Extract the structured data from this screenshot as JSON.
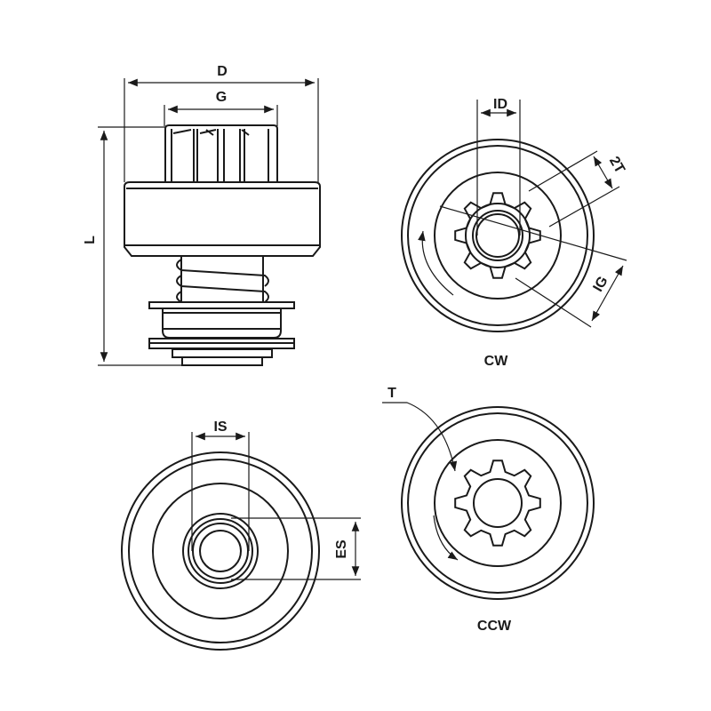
{
  "labels": {
    "D": "D",
    "G": "G",
    "L": "L",
    "ID": "ID",
    "two_T": "2T",
    "IG": "IG",
    "CW": "CW",
    "T": "T",
    "CCW": "CCW",
    "IS": "IS",
    "ES": "ES"
  },
  "colors": {
    "line": "#1a1a1a",
    "background": "#ffffff"
  },
  "gear_teeth": 8
}
